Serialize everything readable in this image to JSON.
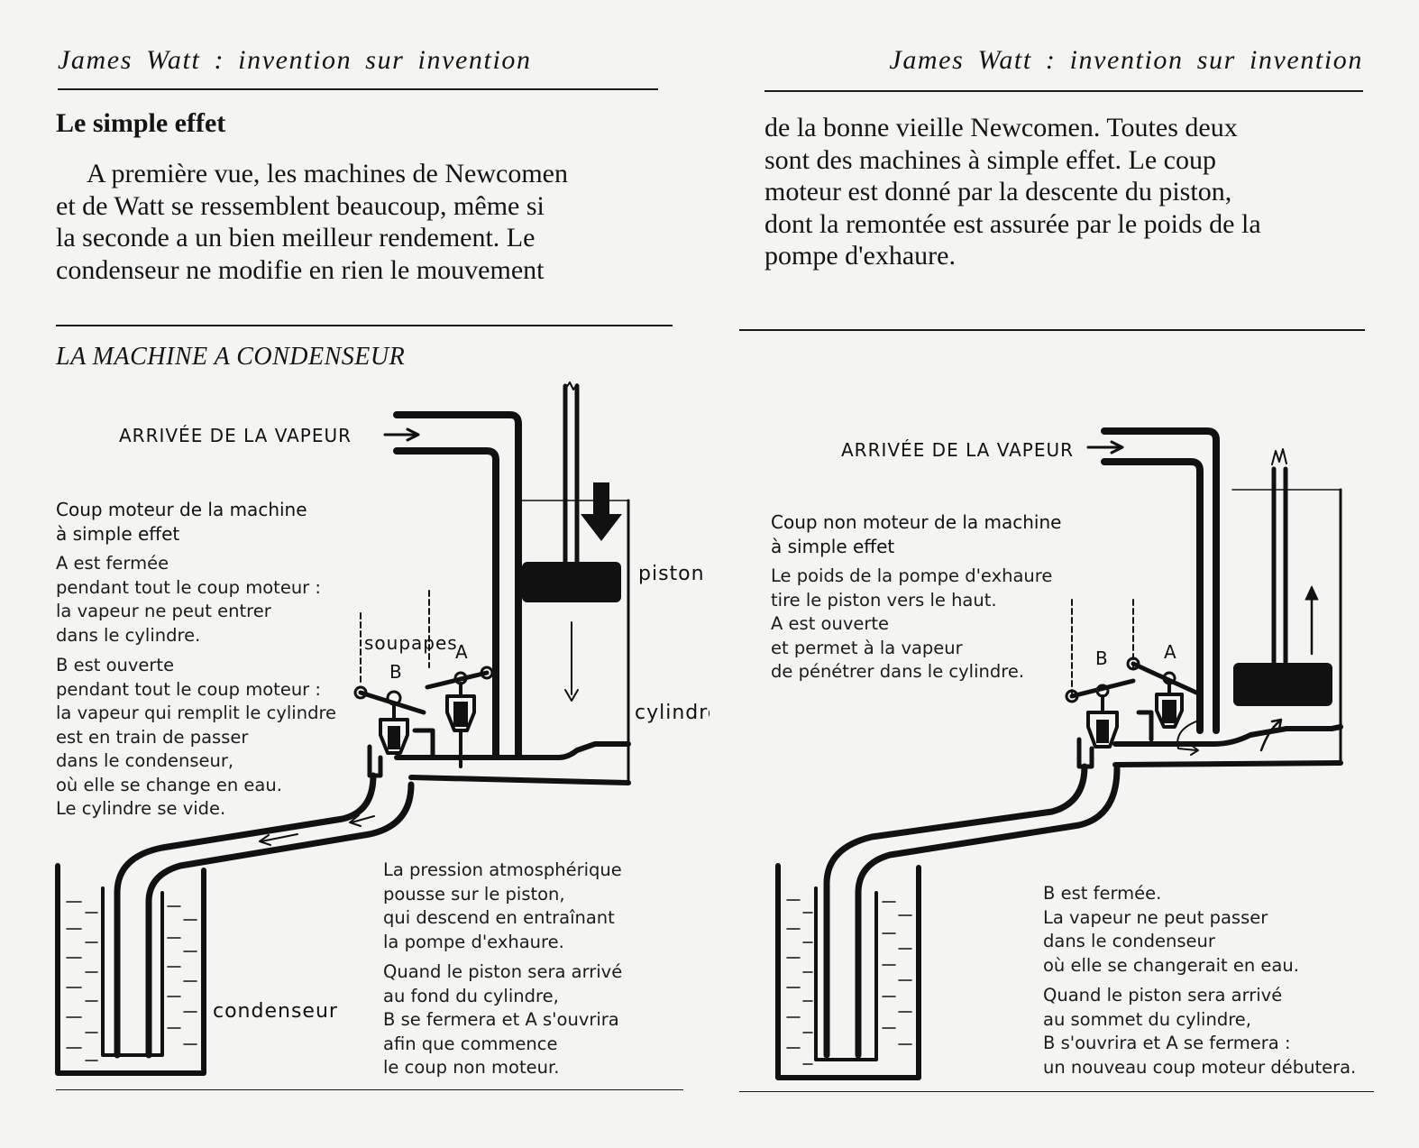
{
  "running_head": "James Watt : invention sur invention",
  "left": {
    "section_title": "Le simple effet",
    "body_lines": [
      "A première vue, les machines de Newcomen",
      "et de Watt se ressemblent beaucoup, même si",
      "la seconde a un bien meilleur rendement. Le",
      "condenseur ne modifie en rien le mouvement"
    ],
    "figure_title": "LA MACHINE A CONDENSEUR",
    "labels": {
      "steam_in": "ARRIVÉE DE LA VAPEUR",
      "piston": "piston",
      "cylinder": "cylindre",
      "valves": "soupapes",
      "valve_a": "A",
      "valve_b": "B",
      "condenser": "condenseur"
    },
    "caption_top": {
      "heading": [
        "Coup moteur de la machine",
        "à simple effet"
      ],
      "p1": [
        "A est fermée",
        "pendant tout le coup moteur :",
        "la vapeur ne peut entrer",
        "dans le cylindre."
      ],
      "p2": [
        "B est ouverte",
        "pendant tout le coup moteur :",
        "la vapeur qui remplit le cylindre",
        "est en train de passer",
        "dans le condenseur,",
        "où elle se change en eau.",
        "Le cylindre se vide."
      ]
    },
    "caption_bottom": {
      "p1": [
        "La pression atmosphérique",
        "pousse sur le piston,",
        "qui descend en entraînant",
        "la pompe d'exhaure."
      ],
      "p2": [
        "Quand le piston sera arrivé",
        "au fond du cylindre,",
        "B se fermera et A s'ouvrira",
        "afin que commence",
        "le coup non moteur."
      ]
    }
  },
  "right": {
    "body_lines": [
      "de la bonne vieille Newcomen. Toutes deux",
      "sont des machines à simple effet. Le coup",
      "moteur est donné par la descente du piston,",
      "dont la remontée est assurée par le poids de la",
      "pompe d'exhaure."
    ],
    "labels": {
      "steam_in": "ARRIVÉE DE LA VAPEUR",
      "valve_a": "A",
      "valve_b": "B"
    },
    "caption_top": {
      "heading": [
        "Coup non moteur de la machine",
        "à simple effet"
      ],
      "p1": [
        "Le poids de la pompe d'exhaure",
        "tire le piston vers le haut.",
        "A est ouverte",
        "et permet à la vapeur",
        "de pénétrer dans le cylindre."
      ]
    },
    "caption_bottom": {
      "p1": [
        "B est fermée.",
        "La vapeur ne peut passer",
        "dans le condenseur",
        "où elle se changerait en eau."
      ],
      "p2": [
        "Quand le piston sera arrivé",
        "au sommet du cylindre,",
        "B s'ouvrira et A se fermera :",
        "un nouveau coup moteur débutera."
      ]
    }
  },
  "colors": {
    "ink": "#141414",
    "paper": "#f4f4f2"
  }
}
